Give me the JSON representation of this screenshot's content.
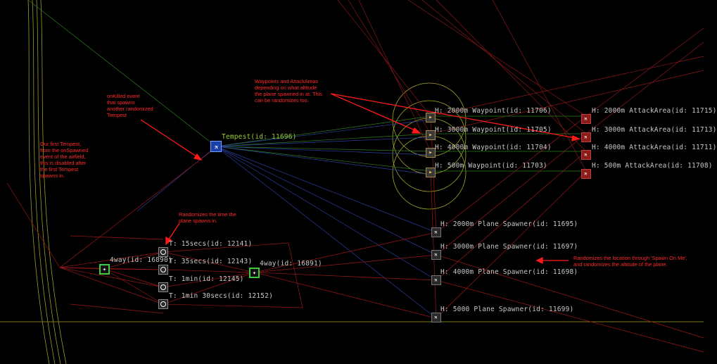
{
  "notes": {
    "first_tempest": "Our first Tempest,\nfrom the onSpawned\nevent of the airfield,\nthis is disabled after\nthe first Tempest\nspawns in.",
    "on_killed": "onKilled event\nthat spawns\nanother randomized\nTempest",
    "waypoints": "Waypoints and AttackAreas\ndepending on what altitude\nthe plane spawned in at. This\ncan be randomizes too.",
    "time": "Randomizes the time the\nplane spawns in.",
    "location": "Randomizes the location through 'Spawn On Me',\nand randomizes the altitude of the plane."
  },
  "tempest": {
    "label": "Tempest(id: 11696)"
  },
  "waypoints": [
    {
      "label": "H: 2000m Waypoint(id: 11706)"
    },
    {
      "label": "H: 3000m Waypoint(id: 11705)"
    },
    {
      "label": "H: 4000m Waypoint(id: 11704)"
    },
    {
      "label": "H: 500m Waypoint(id: 11703)"
    }
  ],
  "attack_areas": [
    {
      "label": "H: 2000m AttackArea(id: 11715)"
    },
    {
      "label": "H: 3000m AttackArea(id: 11713)"
    },
    {
      "label": "H: 4000m AttackArea(id: 11711)"
    },
    {
      "label": "H: 500m AttackArea(id: 11708)"
    }
  ],
  "spawners": [
    {
      "label": "H: 2000m Plane Spawner(id: 11695)"
    },
    {
      "label": "H: 3000m Plane Spawner(id: 11697)"
    },
    {
      "label": "H: 4000m Plane Spawner(id: 11698)"
    },
    {
      "label": "H: 5000 Plane Spawner(id: 11699)"
    }
  ],
  "timers": [
    {
      "label": "T: 15secs(id: 12141)"
    },
    {
      "label": "T: 35secs(id: 12143)"
    },
    {
      "label": "T: 1min(id: 12145)"
    },
    {
      "label": "T: 1min 30secs(id: 12152)"
    }
  ],
  "random_nodes": [
    {
      "label": "4way(id: 16890)"
    },
    {
      "label": "4way(id: 16891)"
    }
  ],
  "colors": {
    "background": "#000000",
    "note_text": "#ff2a2a",
    "link_red": "#a01818",
    "link_blue": "#2a3fa0",
    "link_green": "#2e7d1e",
    "link_yellow": "#c8c832",
    "radius_circle": "#a8a828",
    "node_label": "#c8c8c8"
  }
}
